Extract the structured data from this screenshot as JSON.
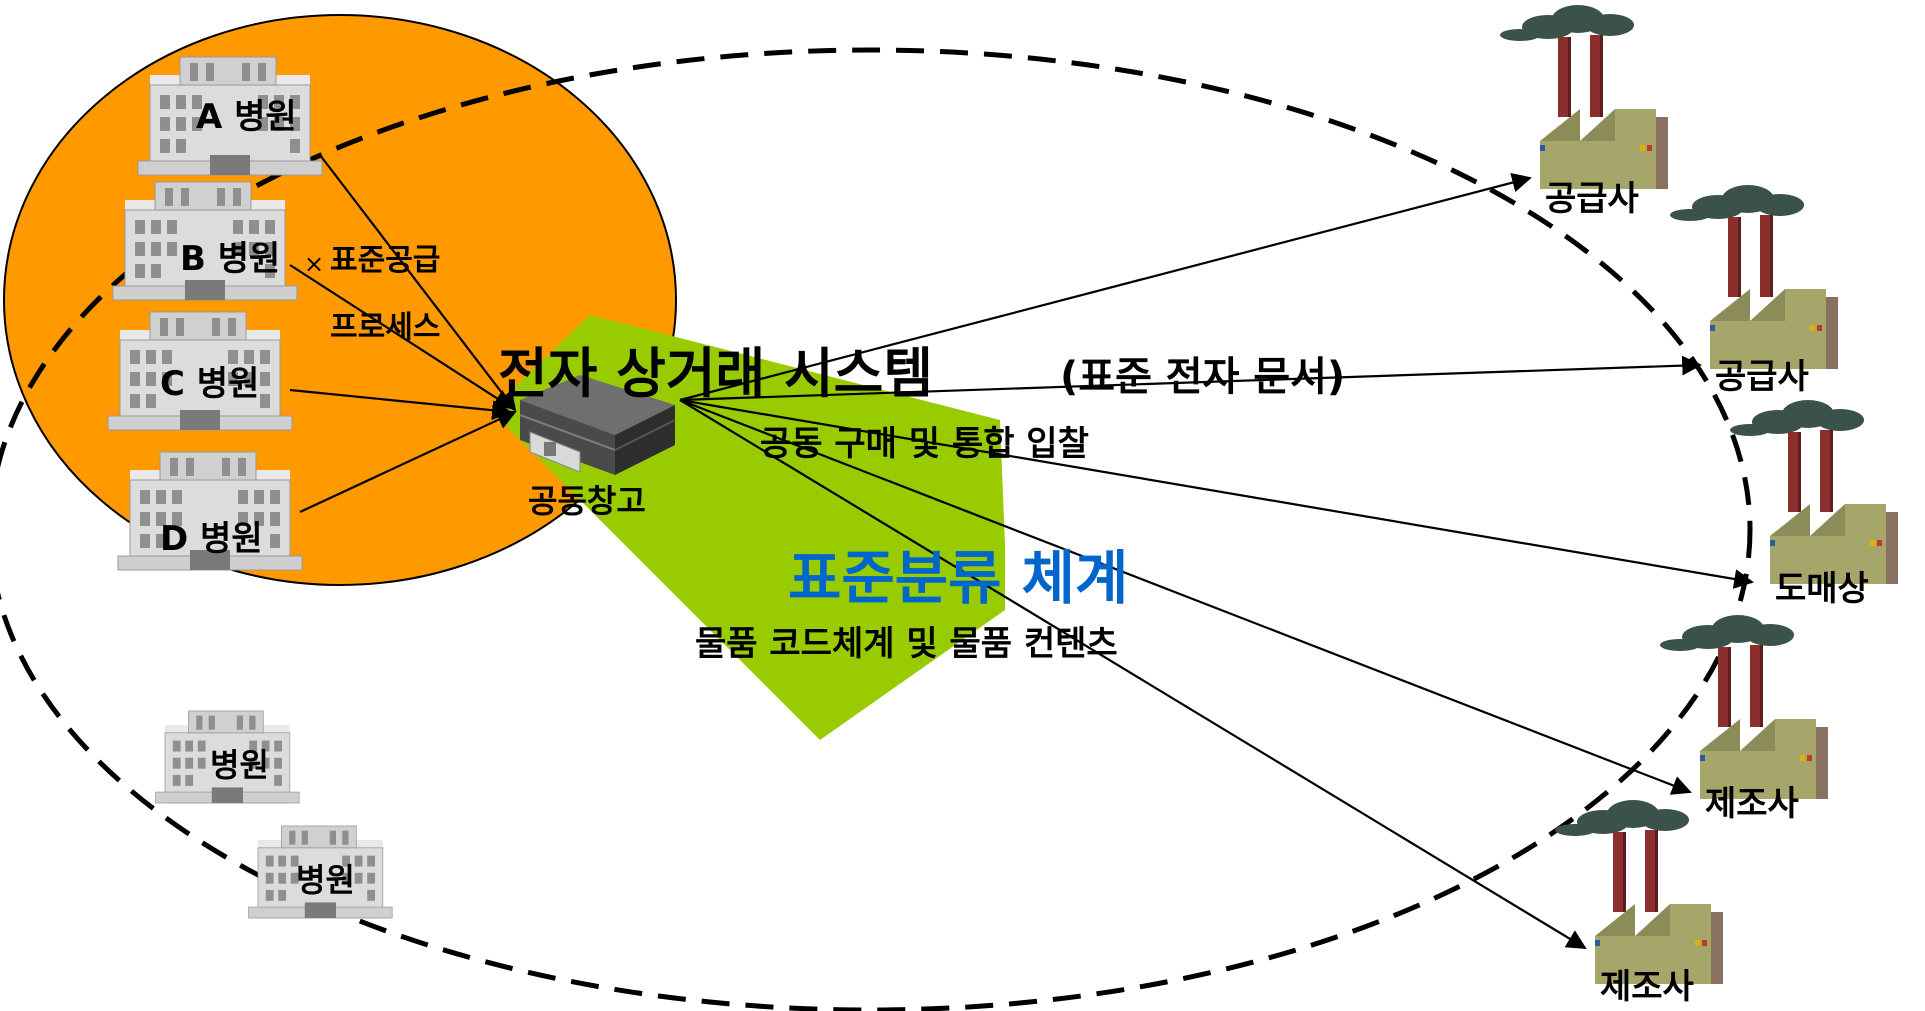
{
  "hospitals": {
    "a": "A 병원",
    "b": "B 병원",
    "c": "C 병원",
    "d": "D 병원",
    "e": "병원",
    "f": "병원"
  },
  "process": {
    "line1": "표준공급",
    "line2": "프로세스"
  },
  "center": {
    "title": "전자 상거래 시스템",
    "title_sub": "(표준 전자 문서)",
    "subtitle": "공동 구매 및 통합 입찰",
    "warehouse": "공동창고"
  },
  "classification": {
    "title": "표준분류 체계",
    "subtitle": "물품 코드체계 및 물품 컨텐츠"
  },
  "partners": {
    "p1": "공급사",
    "p2": "공급사",
    "p3": "도매상",
    "p4": "제조사",
    "p5": "제조사"
  },
  "colors": {
    "hospital_zone": "#FF9900",
    "arrow_green": "#99CC00",
    "classification_blue": "#0066CC",
    "factory_body": "#A6A66A",
    "chimney": "#8B2E2E",
    "smoke": "#3A524A"
  }
}
